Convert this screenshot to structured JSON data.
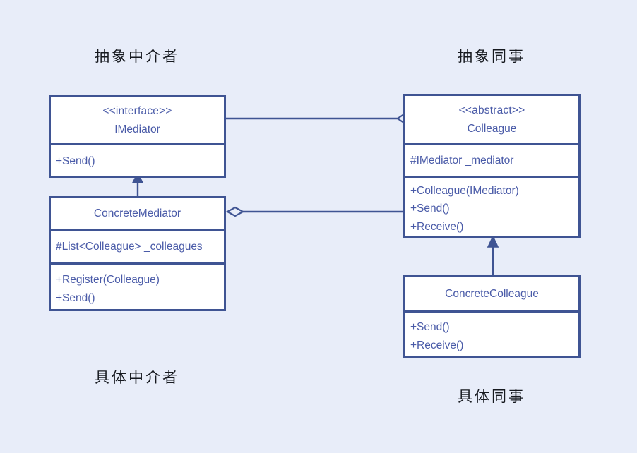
{
  "diagram": {
    "title": "Mediator Pattern UML Class Diagram",
    "background_color": "#e8edf9",
    "line_color": "#3f5493",
    "text_color": "#4a5ba8",
    "box_fill": "#ffffff"
  },
  "captions": {
    "abstract_mediator": "抽象中介者",
    "abstract_colleague": "抽象同事",
    "concrete_mediator": "具体中介者",
    "concrete_colleague": "具体同事"
  },
  "classes": {
    "imediator": {
      "stereotype": "<<interface>>",
      "name": "IMediator",
      "attributes": [],
      "operations": [
        "+Send()"
      ]
    },
    "concrete_mediator": {
      "stereotype": "",
      "name": "ConcreteMediator",
      "attributes": [
        "#List<Colleague> _colleagues"
      ],
      "operations": [
        "+Register(Colleague)",
        "+Send()"
      ]
    },
    "colleague": {
      "stereotype": "<<abstract>>",
      "name": "Colleague",
      "attributes": [
        "#IMediator _mediator"
      ],
      "operations": [
        "+Colleague(IMediator)",
        "+Send()",
        "+Receive()"
      ]
    },
    "concrete_colleague": {
      "stereotype": "",
      "name": "ConcreteColleague",
      "attributes": [],
      "operations": [
        "+Send()",
        "+Receive()"
      ]
    }
  },
  "relations": [
    {
      "kind": "aggregation",
      "from": "imediator",
      "to": "colleague",
      "diamond_end": "colleague"
    },
    {
      "kind": "aggregation",
      "from": "colleague",
      "to": "concrete_mediator",
      "diamond_end": "concrete_mediator"
    },
    {
      "kind": "generalization",
      "from": "concrete_mediator",
      "to": "imediator"
    },
    {
      "kind": "generalization",
      "from": "concrete_colleague",
      "to": "colleague"
    }
  ]
}
